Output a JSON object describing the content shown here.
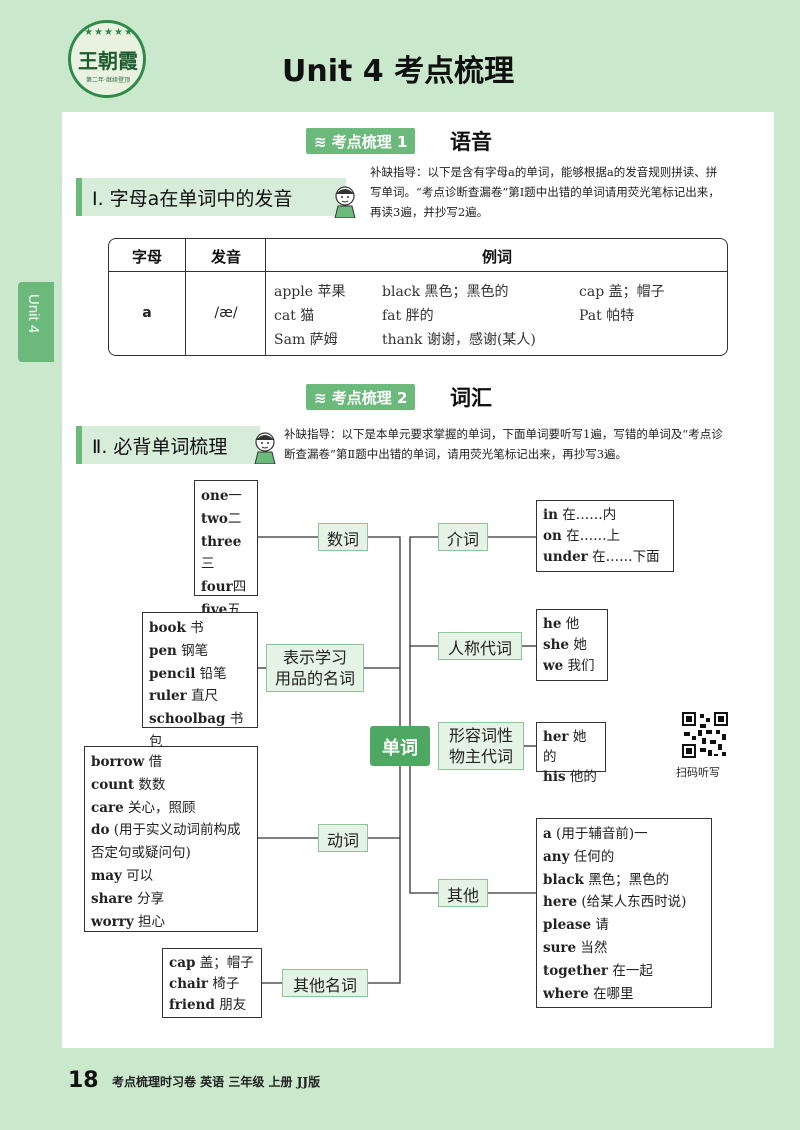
{
  "header": {
    "logo_text": "王朝霞",
    "logo_stars": "★★★★★",
    "logo_subtitle": "第二年·继续登顶",
    "title": "Unit 4  考点梳理"
  },
  "side_tab": "Unit 4",
  "section1": {
    "badge": "≋ 考点梳理 1",
    "title": "语音",
    "subheading": "Ⅰ. 字母a在单词中的发音",
    "note": "补缺指导：以下是含有字母a的单词，能够根据a的发音规则拼读、拼写单词。“考点诊断查漏卷”第Ⅰ题中出错的单词请用荧光笔标记出来，再读3遍，并抄写2遍。",
    "table": {
      "headers": [
        "字母",
        "发音",
        "例词"
      ],
      "letter": "a",
      "sound": "/æ/",
      "examples": [
        [
          "apple 苹果",
          "black 黑色；黑色的",
          "cap 盖；帽子"
        ],
        [
          "cat 猫",
          "fat 胖的",
          "Pat 帕特"
        ],
        [
          "Sam 萨姆",
          "thank 谢谢，感谢(某人)",
          ""
        ]
      ]
    }
  },
  "section2": {
    "badge": "≋ 考点梳理 2",
    "title": "词汇",
    "subheading": "Ⅱ. 必背单词梳理",
    "note": "补缺指导：以下是本单元要求掌握的单词，下面单词要听写1遍，写错的单词及“考点诊断查漏卷”第Ⅱ题中出错的单词，请用荧光笔标记出来，再抄写3遍。",
    "center": "单词",
    "groups": {
      "numbers": {
        "label": "数词",
        "words": [
          [
            "one",
            "一"
          ],
          [
            "two",
            "二"
          ],
          [
            "three",
            "三"
          ],
          [
            "four",
            "四"
          ],
          [
            "five",
            "五"
          ]
        ]
      },
      "stationery": {
        "label": "表示学习用品的名词",
        "label_line1": "表示学习",
        "label_line2": "用品的名词",
        "words": [
          [
            "book",
            "书"
          ],
          [
            "pen",
            "钢笔"
          ],
          [
            "pencil",
            "铅笔"
          ],
          [
            "ruler",
            "直尺"
          ],
          [
            "schoolbag",
            "书包"
          ]
        ]
      },
      "verbs": {
        "label": "动词",
        "words": [
          [
            "borrow",
            "借"
          ],
          [
            "count",
            "数数"
          ],
          [
            "care",
            "关心，照顾"
          ],
          [
            "do",
            "(用于实义动词前构成否定句或疑问句)"
          ],
          [
            "may",
            "可以"
          ],
          [
            "share",
            "分享"
          ],
          [
            "worry",
            "担心"
          ]
        ]
      },
      "other_nouns": {
        "label": "其他名词",
        "words": [
          [
            "cap",
            "盖；帽子"
          ],
          [
            "chair",
            "椅子"
          ],
          [
            "friend",
            "朋友"
          ]
        ]
      },
      "prepositions": {
        "label": "介词",
        "words": [
          [
            "in",
            "在……内"
          ],
          [
            "on",
            "在……上"
          ],
          [
            "under",
            "在……下面"
          ]
        ]
      },
      "pronouns": {
        "label": "人称代词",
        "words": [
          [
            "he",
            "他"
          ],
          [
            "she",
            "她"
          ],
          [
            "we",
            "我们"
          ]
        ]
      },
      "possessives": {
        "label": "形容词性物主代词",
        "label_line1": "形容词性",
        "label_line2": "物主代词",
        "words": [
          [
            "her",
            "她的"
          ],
          [
            "his",
            "他的"
          ]
        ]
      },
      "others": {
        "label": "其他",
        "words": [
          [
            "a",
            "(用于辅音前)一"
          ],
          [
            "any",
            "任何的"
          ],
          [
            "black",
            "黑色；黑色的"
          ],
          [
            "here",
            "(给某人东西时说)"
          ],
          [
            "please",
            "请"
          ],
          [
            "sure",
            "当然"
          ],
          [
            "together",
            "在一起"
          ],
          [
            "where",
            "在哪里"
          ]
        ]
      }
    },
    "qr_caption": "扫码听写"
  },
  "footer": {
    "page_number": "18",
    "text": "考点梳理时习卷  英语  三年级  上册  JJ版"
  },
  "colors": {
    "accent": "#6cb97c",
    "light": "#c9e8cc",
    "dark": "#4ea862"
  }
}
